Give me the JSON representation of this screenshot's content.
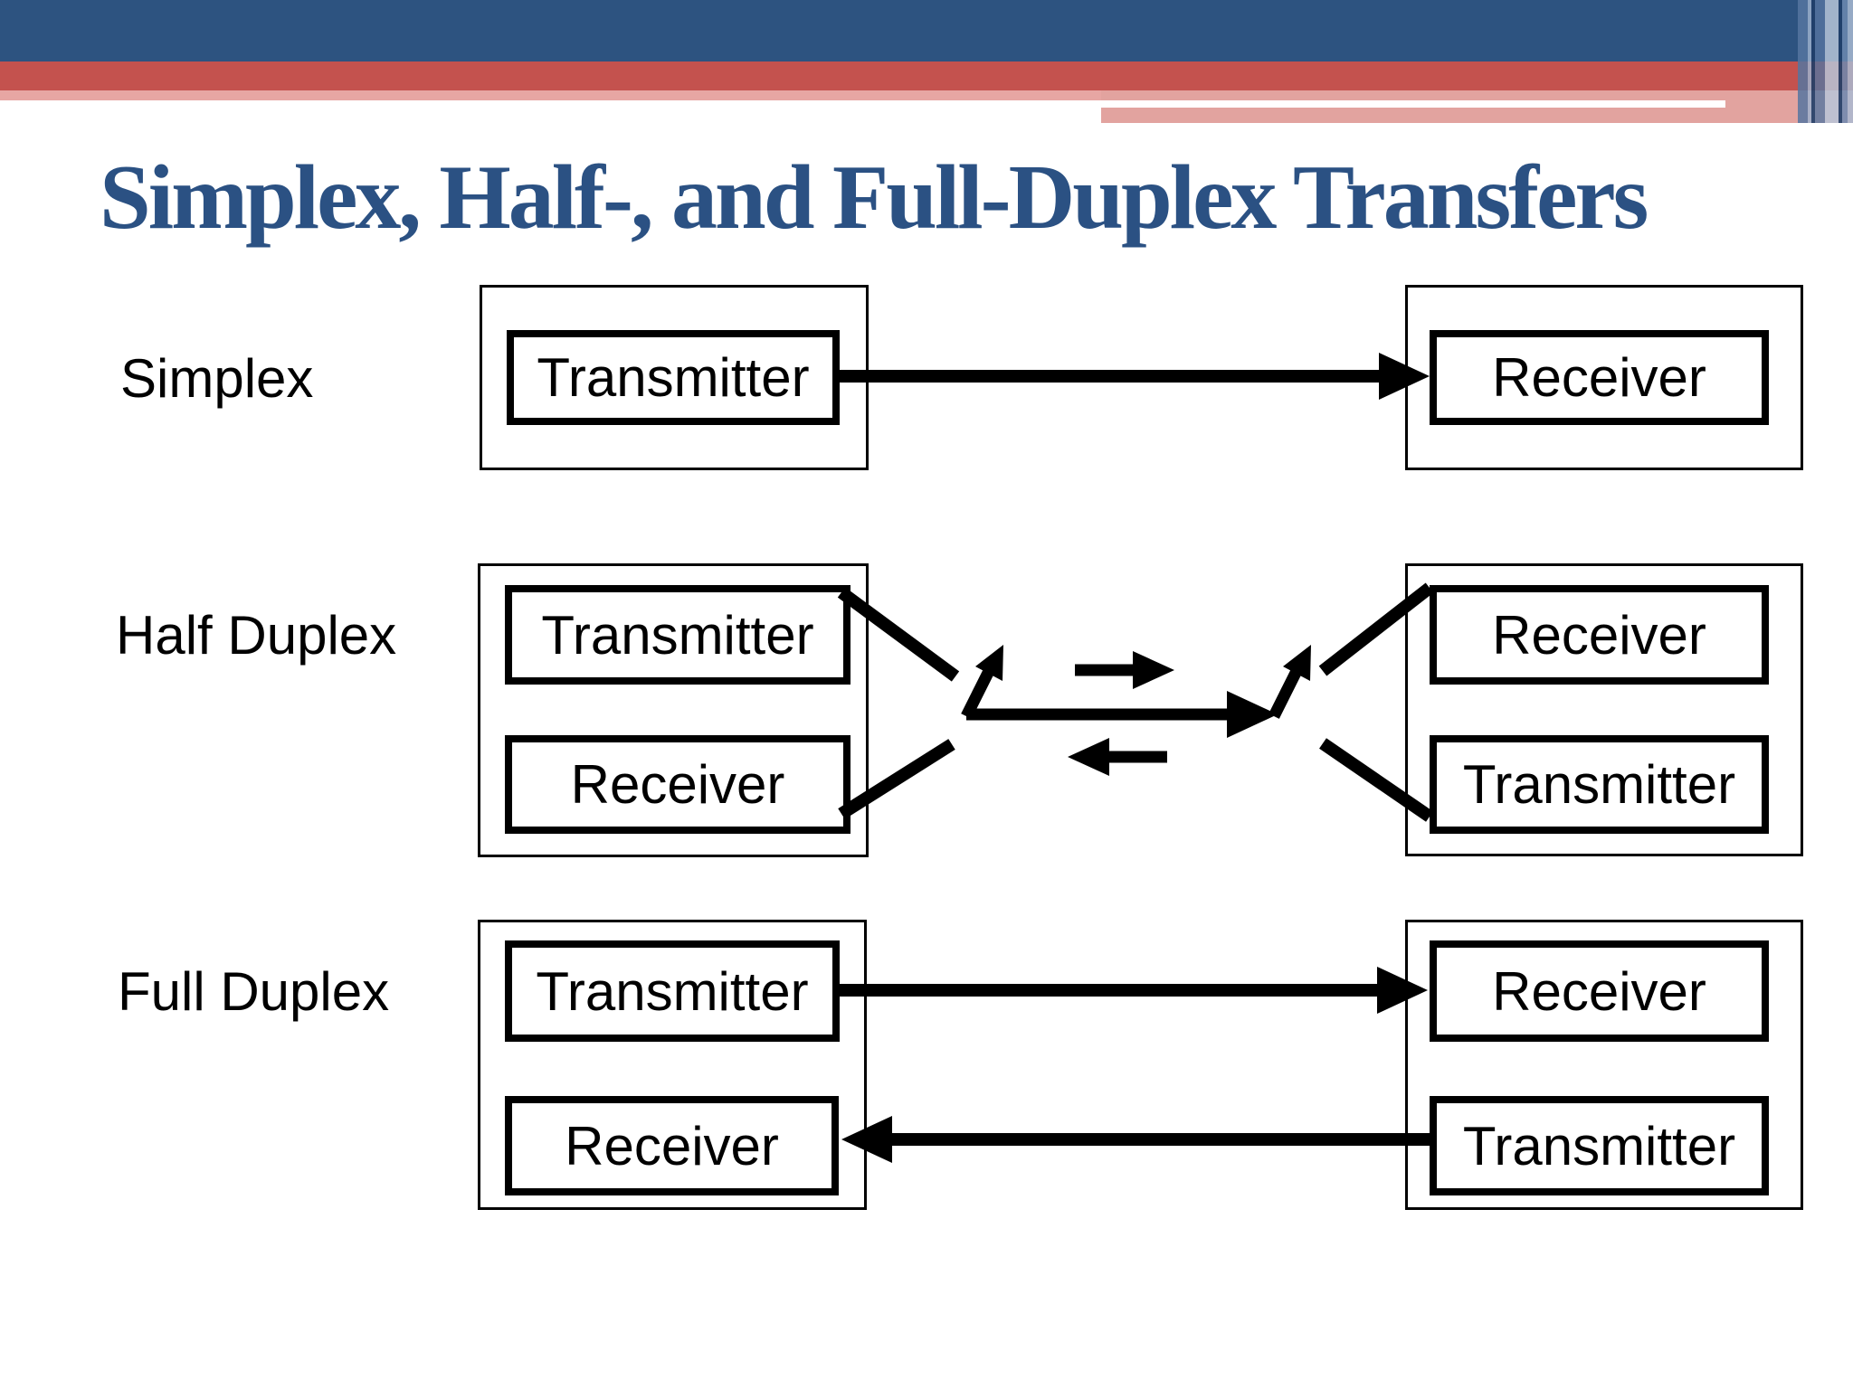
{
  "slide": {
    "title": "Simplex, Half-, and Full-Duplex Transfers",
    "rows": [
      {
        "label": "Simplex",
        "left_boxes": [
          "Transmitter"
        ],
        "right_boxes": [
          "Receiver"
        ]
      },
      {
        "label": "Half Duplex",
        "left_boxes": [
          "Transmitter",
          "Receiver"
        ],
        "right_boxes": [
          "Receiver",
          "Transmitter"
        ]
      },
      {
        "label": "Full Duplex",
        "left_boxes": [
          "Transmitter",
          "Receiver"
        ],
        "right_boxes": [
          "Receiver",
          "Transmitter"
        ]
      }
    ],
    "colors": {
      "header_blue": "#2d5380",
      "header_red": "#c4524e",
      "header_pink": "#e2a39f",
      "title_navy": "#2b5183",
      "diagram_black": "#000000"
    }
  }
}
